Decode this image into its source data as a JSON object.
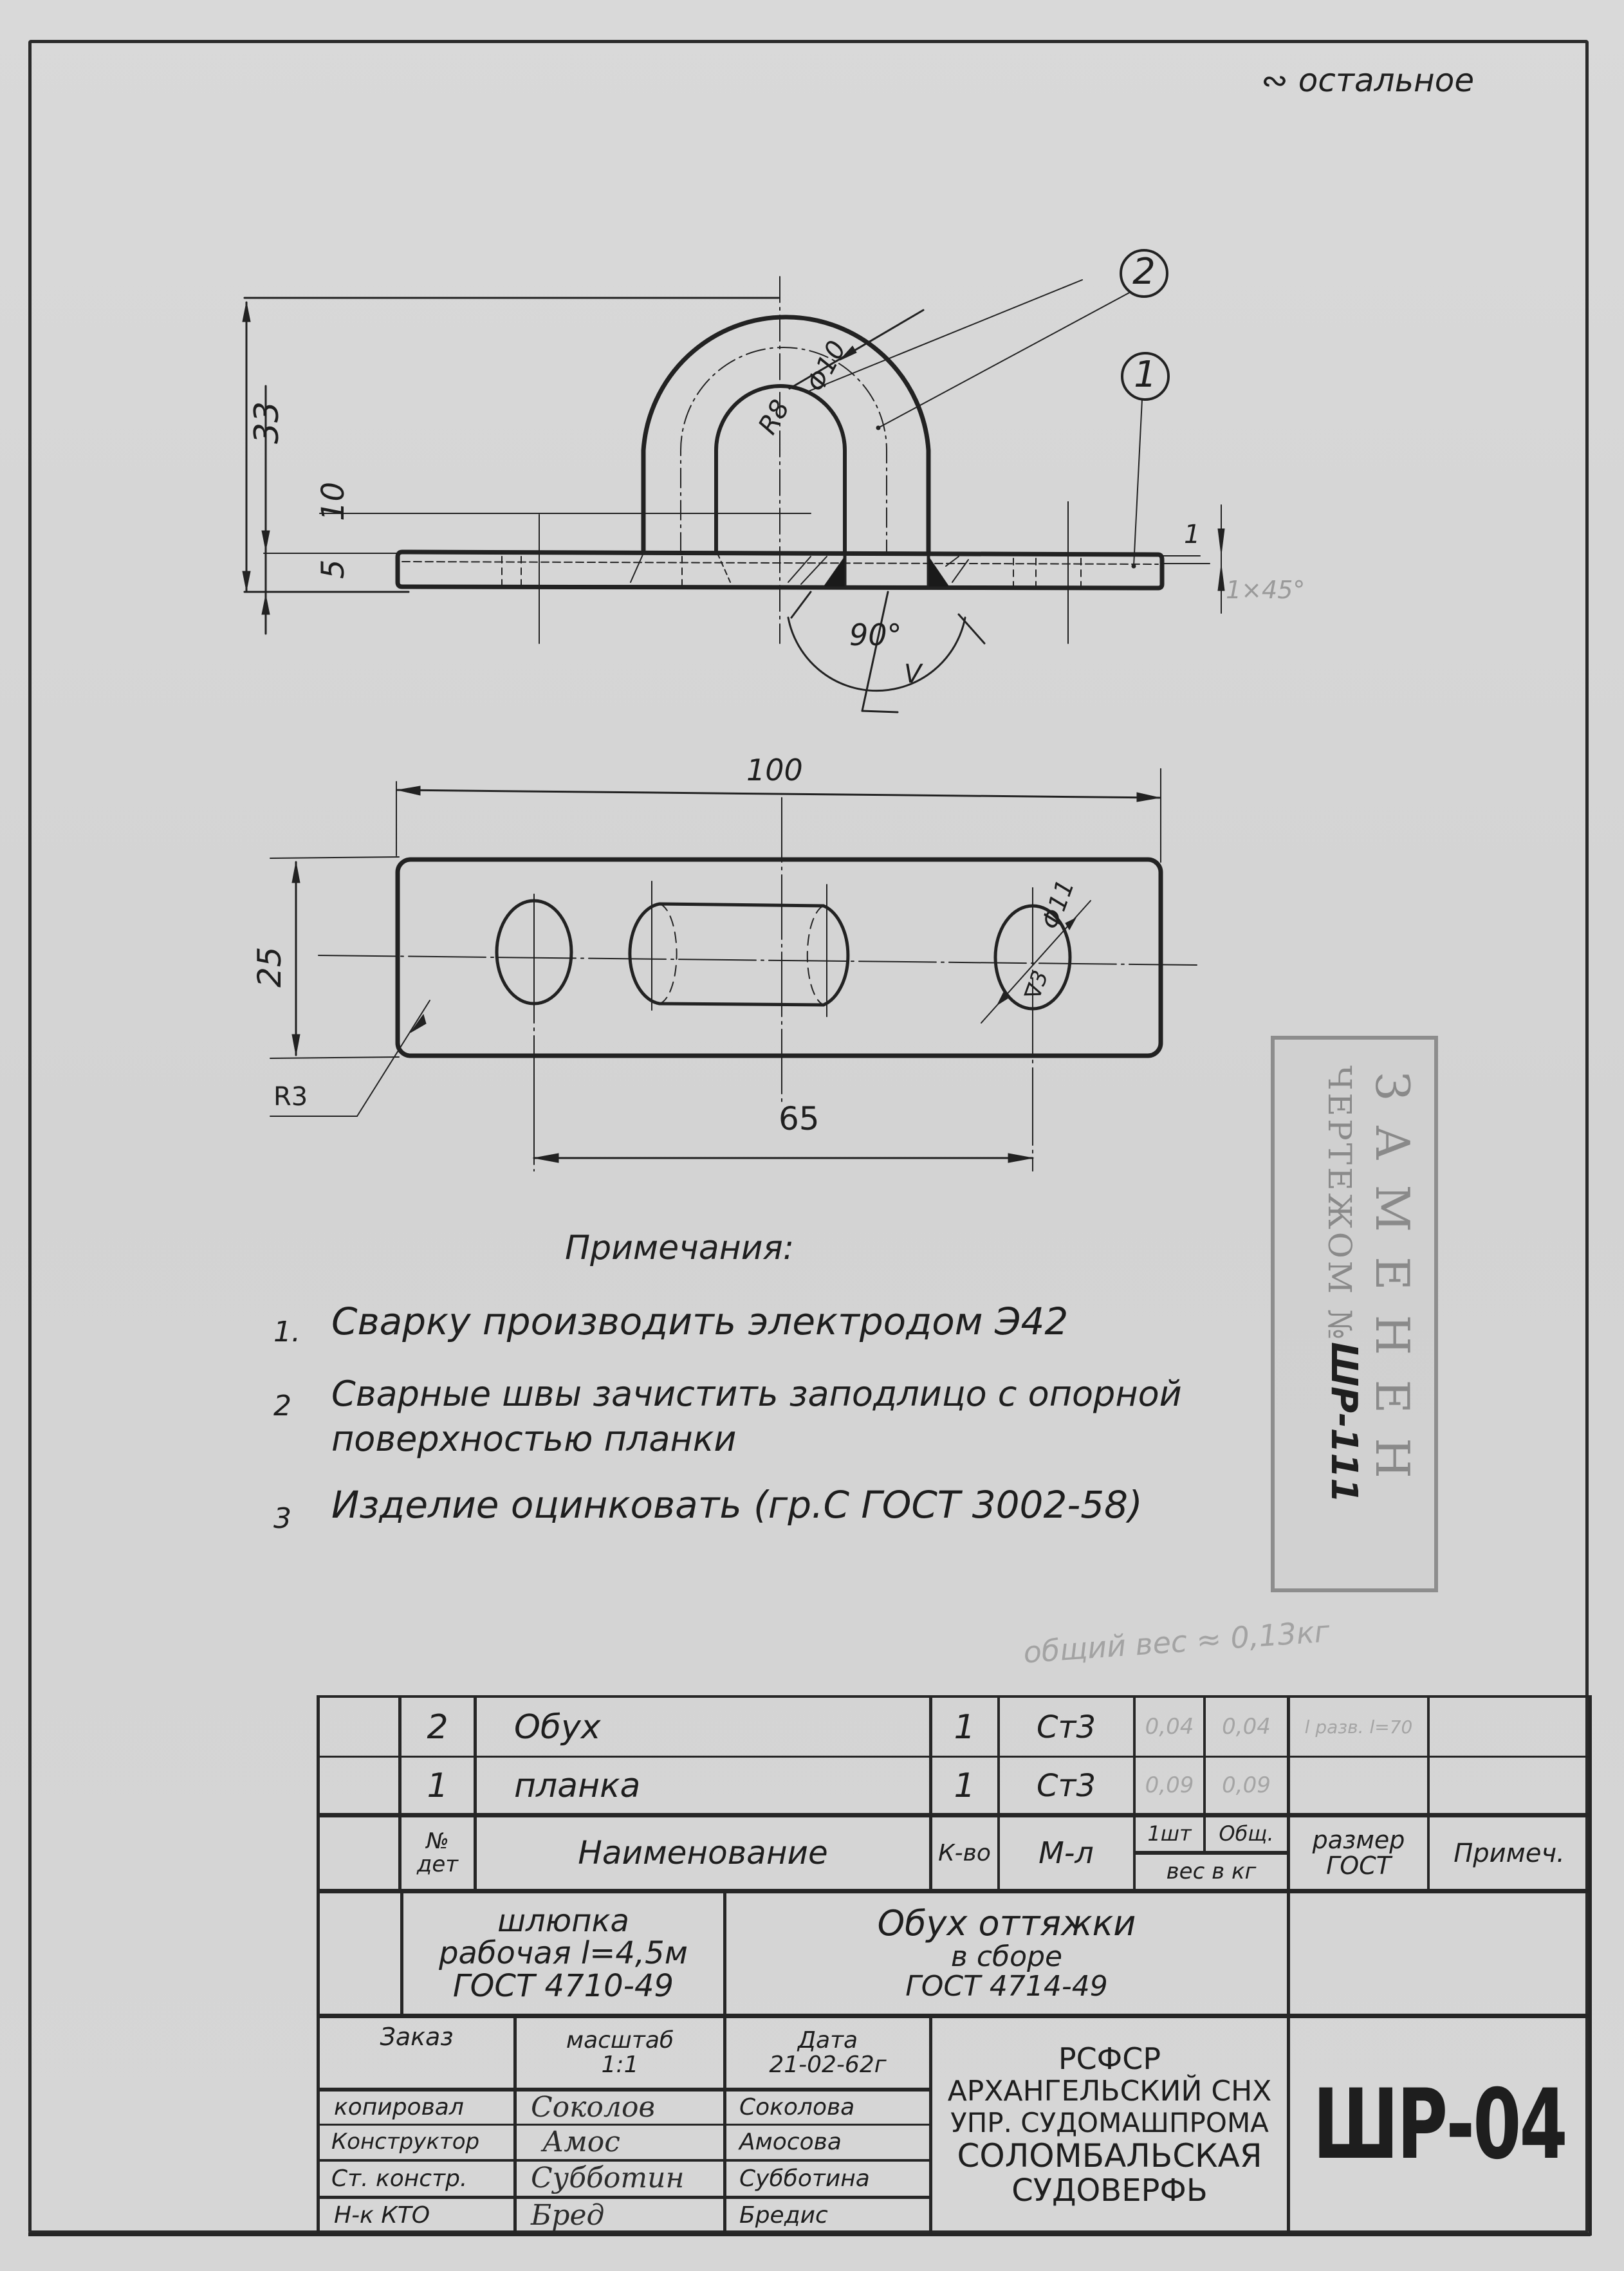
{
  "document": {
    "type": "technical_drawing",
    "surface_roughness_note": "∾ остальное",
    "stamp": {
      "line1": "ЗАМЕНЕН",
      "line2": "ЧЕРТЕЖОМ №",
      "replacement_number": "ШР-111"
    },
    "pencil_note_total_weight": "общий вес ≈ 0,13кг"
  },
  "views": {
    "front_view": {
      "dimensions": {
        "overall_height": "33",
        "inner_height": "10",
        "plate_thickness": "5",
        "bend_radius": "R8",
        "rod_diameter": "Φ10",
        "weld_angle": "90°",
        "weld_symbol": "V",
        "chamfer_note": "1",
        "chamfer_angle_faint": "1×45°"
      },
      "callouts": [
        {
          "number": "2",
          "part": "Обух"
        },
        {
          "number": "1",
          "part": "планка"
        }
      ]
    },
    "top_view": {
      "dimensions": {
        "length": "100",
        "width": "25",
        "hole_spacing": "65",
        "corner_radius": "R3",
        "hole_diameter": "Φ11",
        "hole_chamfer": "∇3"
      }
    }
  },
  "notes": {
    "title": "Примечания:",
    "items": [
      {
        "num": "1.",
        "text": "Сварку производить электродом Э42"
      },
      {
        "num": "2",
        "text": "Сварные швы зачистить заподлицо с опорной",
        "text2": "поверхностью планки"
      },
      {
        "num": "3",
        "text": "Изделие оцинковать (гр.С ГОСТ 3002-58)"
      }
    ]
  },
  "bill_of_materials": {
    "columns": [
      "№ дет",
      "Наименование",
      "К-во",
      "М-л",
      "1шт",
      "Общ.",
      "вес в кг",
      "размер ГОСТ",
      "Примеч."
    ],
    "header": {
      "num_line1": "№",
      "num_line2": "дет",
      "name": "Наименование",
      "qty": "К-во",
      "material": "М-л",
      "weight_one": "1шт",
      "weight_total": "Общ.",
      "weight_label": "вес в кг",
      "size_line1": "размер",
      "size_line2": "ГОСТ",
      "remarks": "Примеч."
    },
    "rows": [
      {
        "num": "2",
        "name": "Обух",
        "qty": "1",
        "material": "Ст3",
        "weight_one": "0,04",
        "weight_total": "0,04",
        "size": "l разв. l=70",
        "remarks": ""
      },
      {
        "num": "1",
        "name": "планка",
        "qty": "1",
        "material": "Ст3",
        "weight_one": "0,09",
        "weight_total": "0,09",
        "size": "",
        "remarks": ""
      }
    ]
  },
  "title_block": {
    "product": {
      "line1": "шлюпка",
      "line2": "рабочая l=4,5м",
      "line3": "ГОСТ 4710-49"
    },
    "part_title": {
      "line1": "Обух оттяжки",
      "line2": "в сборе",
      "line3": "ГОСТ 4714-49"
    },
    "order_label": "Заказ",
    "order_value": "",
    "scale_label": "масштаб",
    "scale_value": "1:1",
    "date_label": "Дата",
    "date_value": "21-02-62г",
    "signatures": [
      {
        "role": "копировал",
        "signature": "Соколов",
        "name": "Соколова"
      },
      {
        "role": "Конструктор",
        "signature": "Амос",
        "name": "Амосова"
      },
      {
        "role": "Ст. констр.",
        "signature": "Субботин",
        "name": "Субботина"
      },
      {
        "role": "Н-к КТО",
        "signature": "Бред",
        "name": "Бредис"
      }
    ],
    "organization": {
      "line1": "РСФСР",
      "line2": "Архангельский СНХ",
      "line3": "Упр. Судомашпрома",
      "line4": "Соломбальская",
      "line5": "судоверфь"
    },
    "drawing_number": "ШР-04"
  },
  "colors": {
    "paper": "#d4d4d4",
    "ink": "#1e1e1e",
    "pencil": "#a3a3a3",
    "stamp": "#8d8d8d"
  }
}
